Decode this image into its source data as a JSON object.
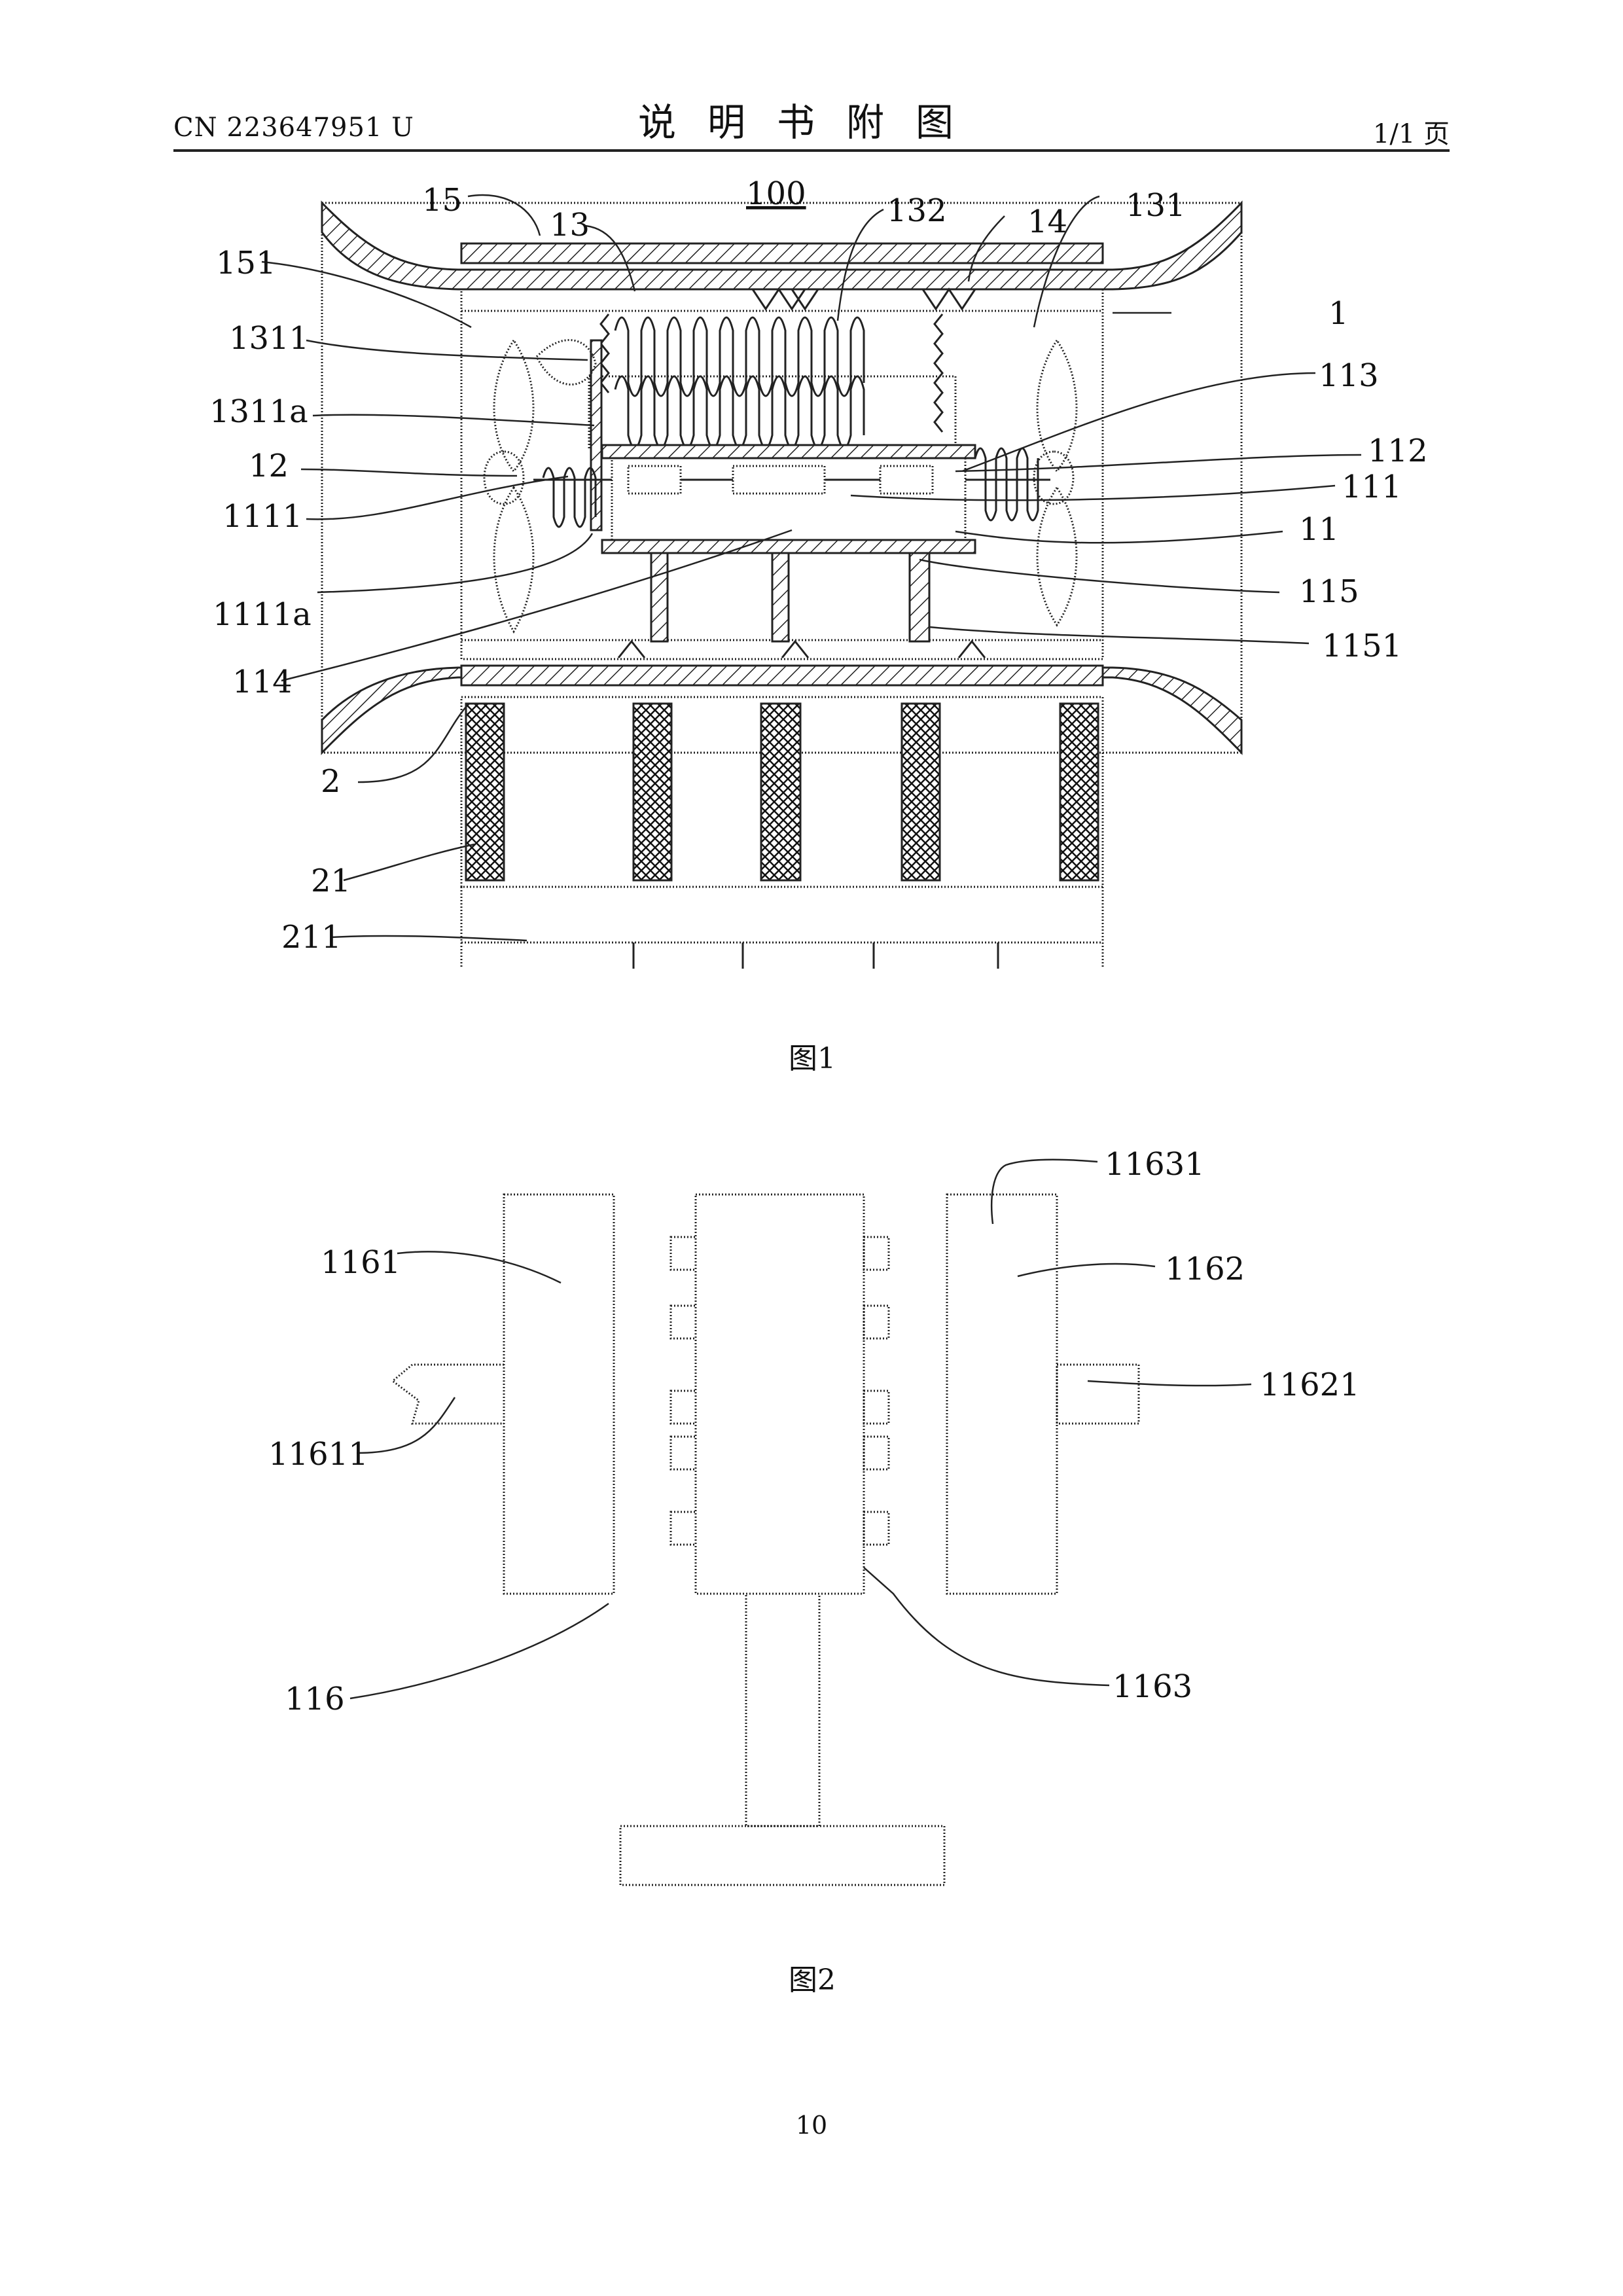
{
  "header": {
    "doc_number": "CN 223647951 U",
    "title": "说明书附图",
    "page_of": "1/1 页"
  },
  "figure1": {
    "caption": "图1",
    "labels": {
      "l100": "100",
      "l15": "15",
      "l13": "13",
      "l132": "132",
      "l14": "14",
      "l131": "131",
      "l151": "151",
      "l1": "1",
      "l1311": "1311",
      "l1311a": "1311a",
      "l113": "113",
      "l12": "12",
      "l112": "112",
      "l1111": "1111",
      "l111": "111",
      "l11": "11",
      "l1111a": "1111a",
      "l115": "115",
      "l114": "114",
      "l1151": "1151",
      "l2": "2",
      "l21": "21",
      "l211": "211"
    }
  },
  "figure2": {
    "caption": "图2",
    "labels": {
      "l11631": "11631",
      "l1161": "1161",
      "l1162": "1162",
      "l11621": "11621",
      "l11611": "11611",
      "l116": "116",
      "l1163": "1163"
    }
  },
  "page_number": "10"
}
